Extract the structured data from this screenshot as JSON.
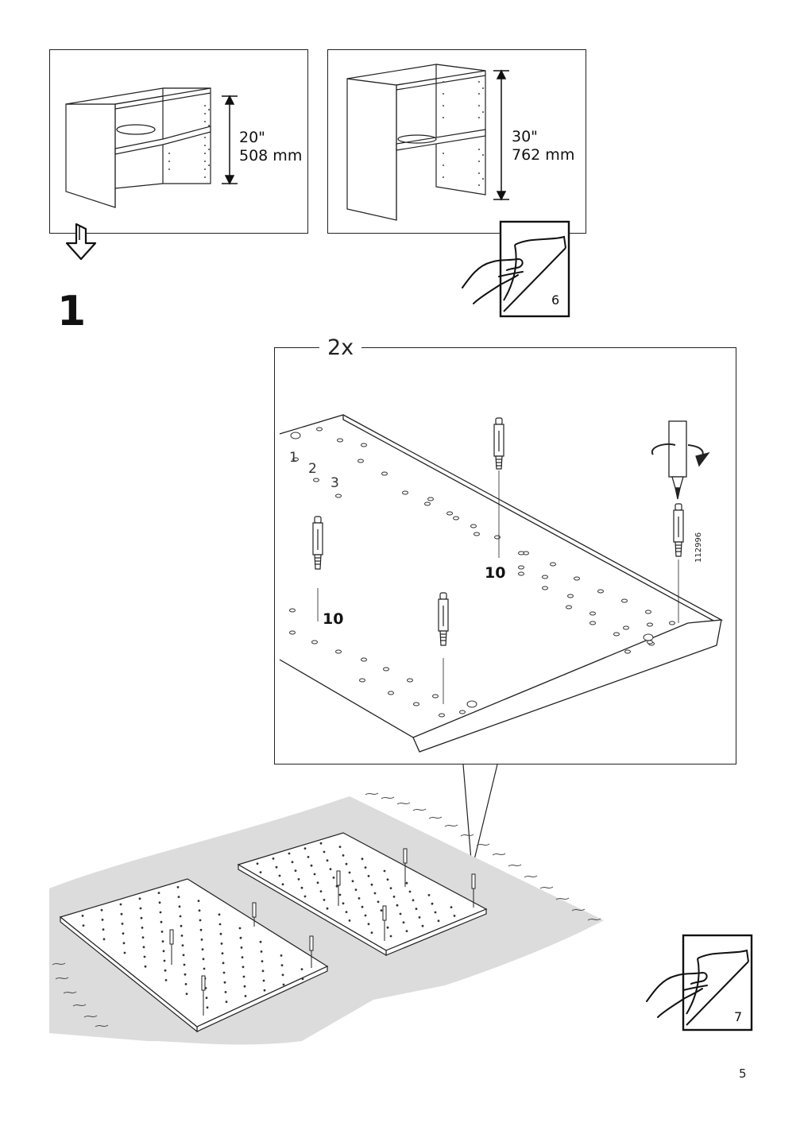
{
  "variants": [
    {
      "dim_inches": "20\"",
      "dim_mm": "508 mm"
    },
    {
      "dim_inches": "30\"",
      "dim_mm": "762 mm"
    }
  ],
  "step": {
    "number": "1"
  },
  "detail": {
    "quantity": "2x",
    "hole_labels": [
      "1",
      "2",
      "3"
    ],
    "part_labels": [
      "10",
      "10"
    ],
    "article_code": "112996"
  },
  "page_refs": {
    "top": "6",
    "bottom": "7"
  },
  "page_number": "5",
  "icons": [
    "arrow-down-icon",
    "page-turn-hand-icon",
    "screwdriver-rotate-icon",
    "dowel-cam-screw-icon"
  ]
}
